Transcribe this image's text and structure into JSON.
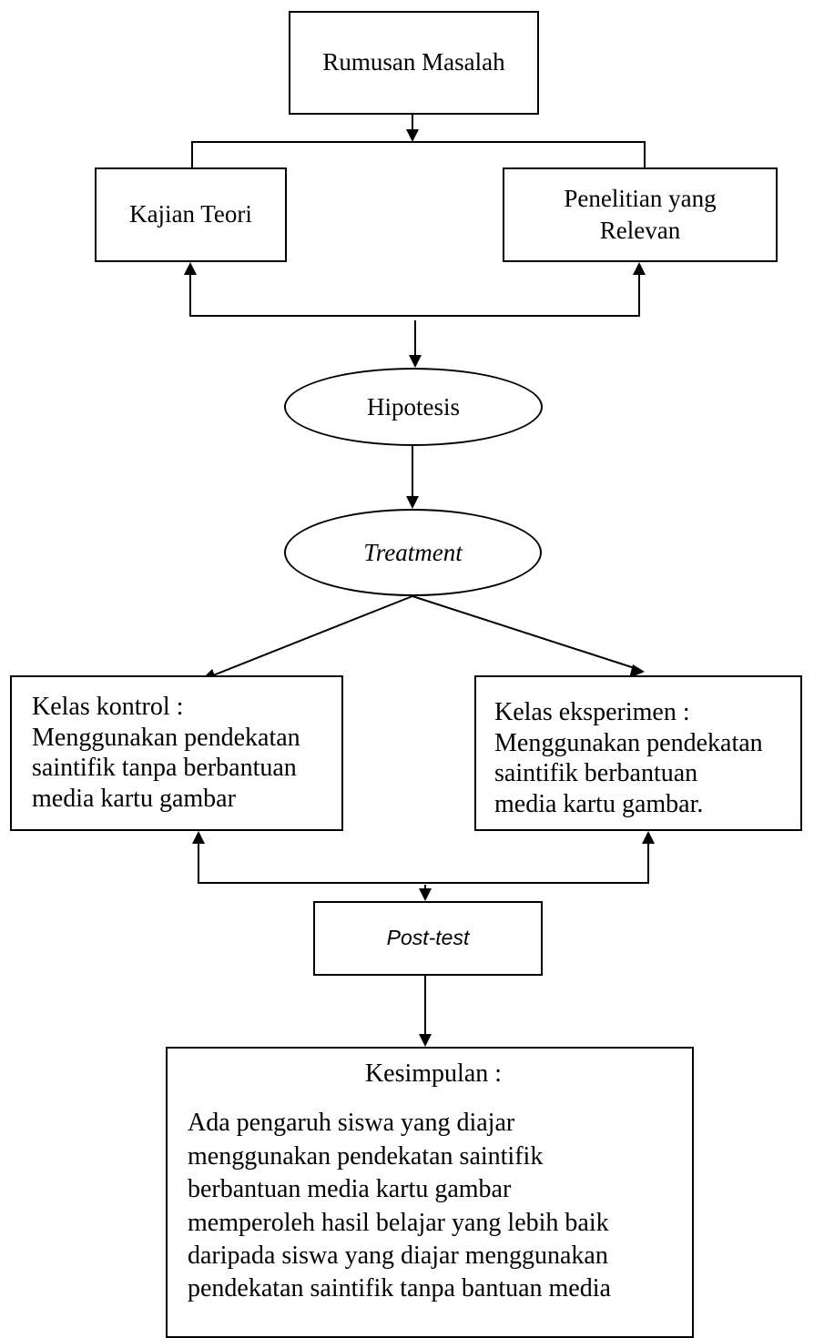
{
  "nodes": {
    "rumusan": "Rumusan Masalah",
    "kajian": "Kajian Teori",
    "penelitian": "Penelitian yang Relevan",
    "hipotesis": "Hipotesis",
    "treatment": "Treatment",
    "kontrol": {
      "lines": [
        "Kelas kontrol :",
        "Menggunakan pendekatan",
        "saintifik tanpa berbantuan",
        "media kartu gambar"
      ]
    },
    "eksperimen": {
      "lines": [
        "Kelas eksperimen :",
        "Menggunakan pendekatan",
        "saintifik berbantuan",
        "media kartu gambar."
      ]
    },
    "posttest": "Post-test",
    "kesimpulan": {
      "title": "Kesimpulan :",
      "lines": [
        "Ada pengaruh siswa yang diajar",
        "menggunakan pendekatan saintifik",
        "berbantuan media kartu gambar",
        "memperoleh hasil belajar yang lebih baik",
        "daripada siswa yang diajar menggunakan",
        "pendekatan saintifik tanpa bantuan media"
      ]
    }
  }
}
